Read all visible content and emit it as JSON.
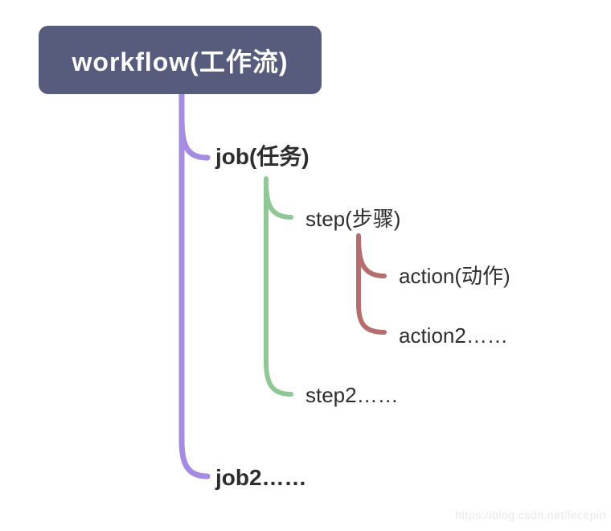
{
  "diagram": {
    "root": {
      "label": "workflow(工作流)"
    },
    "nodes": [
      {
        "id": "job",
        "label": "job(任务)",
        "level": 1,
        "branch_color": "#a68be2"
      },
      {
        "id": "step",
        "label": "step(步骤)",
        "level": 2,
        "branch_color": "#8fc795"
      },
      {
        "id": "action",
        "label": "action(动作)",
        "level": 3,
        "branch_color": "#b66d6d"
      },
      {
        "id": "action2",
        "label": "action2……",
        "level": 3,
        "branch_color": "#b66d6d"
      },
      {
        "id": "step2",
        "label": "step2……",
        "level": 2,
        "branch_color": "#8fc795"
      },
      {
        "id": "job2",
        "label": "job2……",
        "level": 1,
        "branch_color": "#a68be2"
      }
    ]
  },
  "colors": {
    "root_bg": "#575c7d",
    "root_text": "#ffffff",
    "branch_job": "#a68be2",
    "branch_step": "#8fc795",
    "branch_action": "#b66d6d",
    "text": "#2d2d2d",
    "watermark": "#e8e8e8"
  },
  "watermark": {
    "text": "https://blog.csdn.net/lecepin"
  }
}
